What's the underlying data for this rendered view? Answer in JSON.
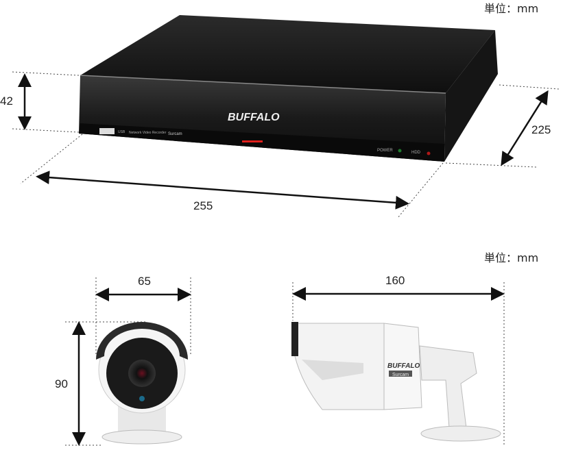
{
  "nvr": {
    "unit_label": "単位：mm",
    "height": "42",
    "width": "255",
    "depth": "225",
    "brand": "BUFFALO",
    "usb_label": "USB",
    "model_label": "Network Video Recorder",
    "series_label": "Surcam",
    "power_label": "POWER",
    "hdd_label": "HDD"
  },
  "camera": {
    "unit_label": "単位：mm",
    "front_width": "65",
    "height": "90",
    "length": "160",
    "brand": "BUFFALO",
    "series_label": "Surcam"
  },
  "colors": {
    "nvr_body": "#1c1c1c",
    "led_red": "#e0201c",
    "led_green": "#1f7a2e",
    "camera_body": "#f2f2f2"
  }
}
